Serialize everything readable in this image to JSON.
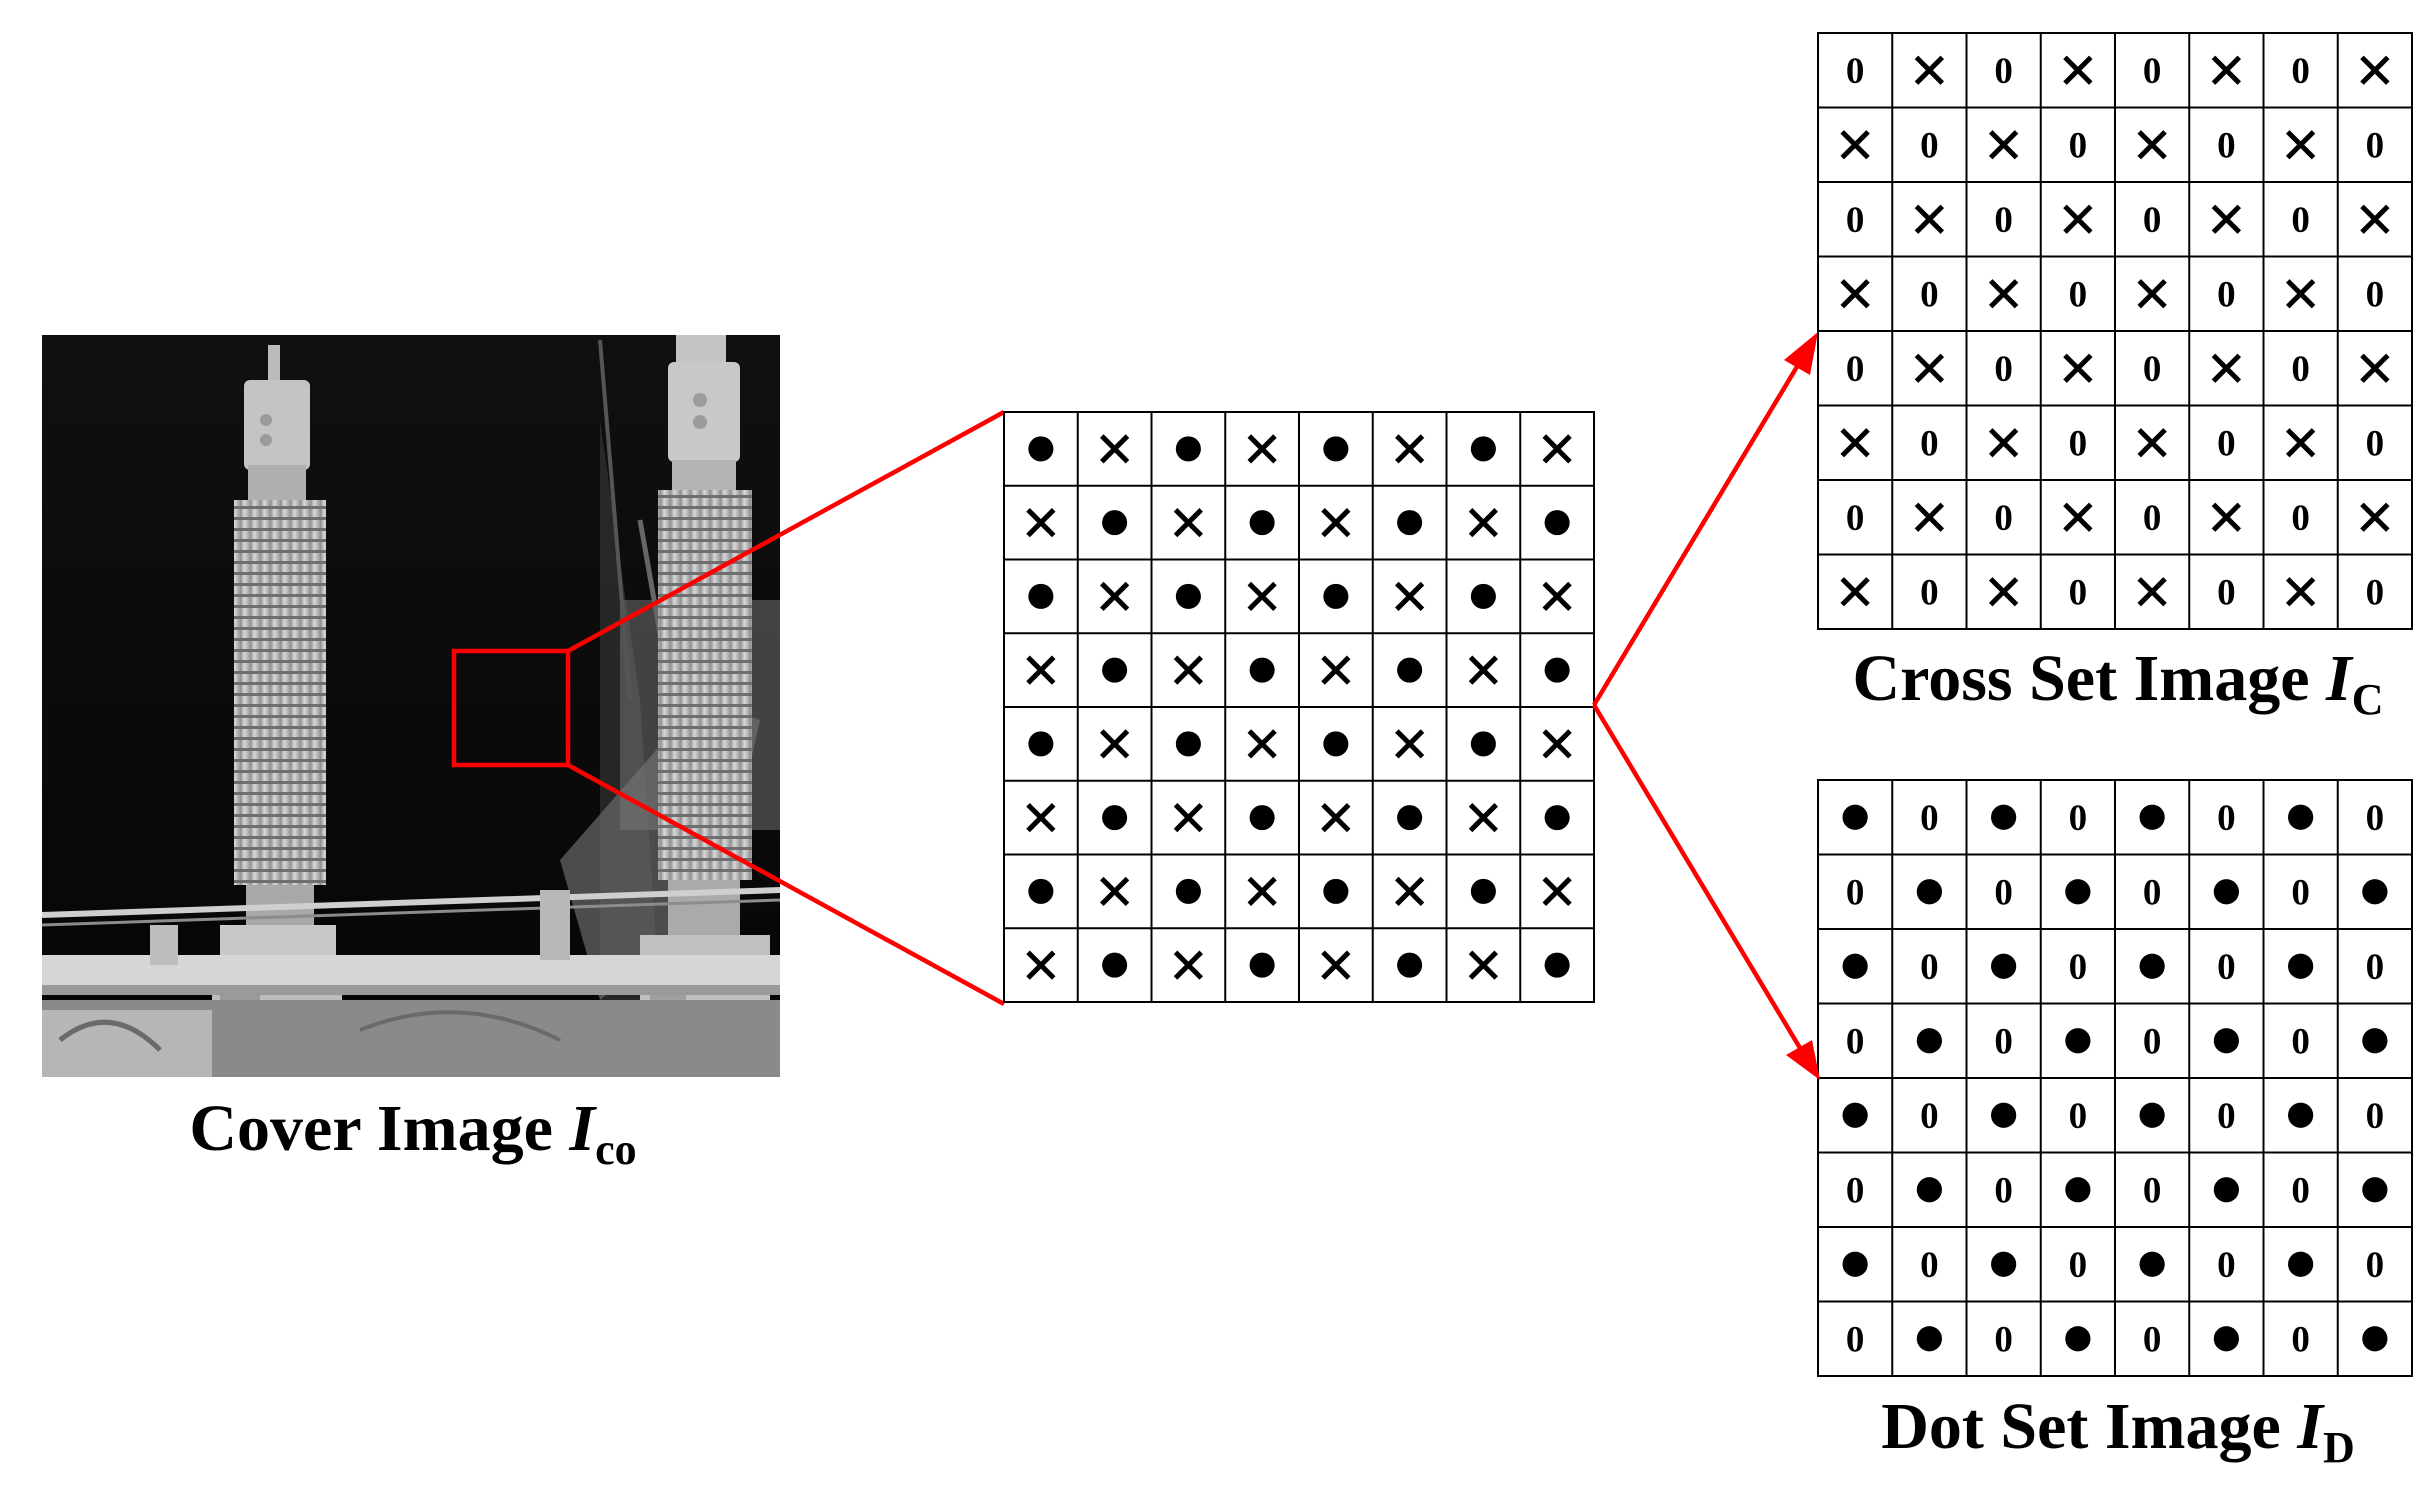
{
  "cover": {
    "caption": "Cover Image ",
    "symbol": "I",
    "subscript": "co"
  },
  "cross_set": {
    "caption": "Cross Set Image ",
    "symbol": "I",
    "subscript": "C"
  },
  "dot_set": {
    "caption": "Dot Set Image ",
    "symbol": "I",
    "subscript": "D"
  },
  "zero_label": "0",
  "colors": {
    "accent": "#ff0000",
    "line": "#000000",
    "background": "#ffffff"
  },
  "grids": {
    "block": [
      [
        "dot",
        "cross",
        "dot",
        "cross",
        "dot",
        "cross",
        "dot",
        "cross"
      ],
      [
        "cross",
        "dot",
        "cross",
        "dot",
        "cross",
        "dot",
        "cross",
        "dot"
      ],
      [
        "dot",
        "cross",
        "dot",
        "cross",
        "dot",
        "cross",
        "dot",
        "cross"
      ],
      [
        "cross",
        "dot",
        "cross",
        "dot",
        "cross",
        "dot",
        "cross",
        "dot"
      ],
      [
        "dot",
        "cross",
        "dot",
        "cross",
        "dot",
        "cross",
        "dot",
        "cross"
      ],
      [
        "cross",
        "dot",
        "cross",
        "dot",
        "cross",
        "dot",
        "cross",
        "dot"
      ],
      [
        "dot",
        "cross",
        "dot",
        "cross",
        "dot",
        "cross",
        "dot",
        "cross"
      ],
      [
        "cross",
        "dot",
        "cross",
        "dot",
        "cross",
        "dot",
        "cross",
        "dot"
      ]
    ],
    "cross_set": [
      [
        "0",
        "cross",
        "0",
        "cross",
        "0",
        "cross",
        "0",
        "cross"
      ],
      [
        "cross",
        "0",
        "cross",
        "0",
        "cross",
        "0",
        "cross",
        "0"
      ],
      [
        "0",
        "cross",
        "0",
        "cross",
        "0",
        "cross",
        "0",
        "cross"
      ],
      [
        "cross",
        "0",
        "cross",
        "0",
        "cross",
        "0",
        "cross",
        "0"
      ],
      [
        "0",
        "cross",
        "0",
        "cross",
        "0",
        "cross",
        "0",
        "cross"
      ],
      [
        "cross",
        "0",
        "cross",
        "0",
        "cross",
        "0",
        "cross",
        "0"
      ],
      [
        "0",
        "cross",
        "0",
        "cross",
        "0",
        "cross",
        "0",
        "cross"
      ],
      [
        "cross",
        "0",
        "cross",
        "0",
        "cross",
        "0",
        "cross",
        "0"
      ]
    ],
    "dot_set": [
      [
        "dot",
        "0",
        "dot",
        "0",
        "dot",
        "0",
        "dot",
        "0"
      ],
      [
        "0",
        "dot",
        "0",
        "dot",
        "0",
        "dot",
        "0",
        "dot"
      ],
      [
        "dot",
        "0",
        "dot",
        "0",
        "dot",
        "0",
        "dot",
        "0"
      ],
      [
        "0",
        "dot",
        "0",
        "dot",
        "0",
        "dot",
        "0",
        "dot"
      ],
      [
        "dot",
        "0",
        "dot",
        "0",
        "dot",
        "0",
        "dot",
        "0"
      ],
      [
        "0",
        "dot",
        "0",
        "dot",
        "0",
        "dot",
        "0",
        "dot"
      ],
      [
        "dot",
        "0",
        "dot",
        "0",
        "dot",
        "0",
        "dot",
        "0"
      ],
      [
        "0",
        "dot",
        "0",
        "dot",
        "0",
        "dot",
        "0",
        "dot"
      ]
    ]
  }
}
